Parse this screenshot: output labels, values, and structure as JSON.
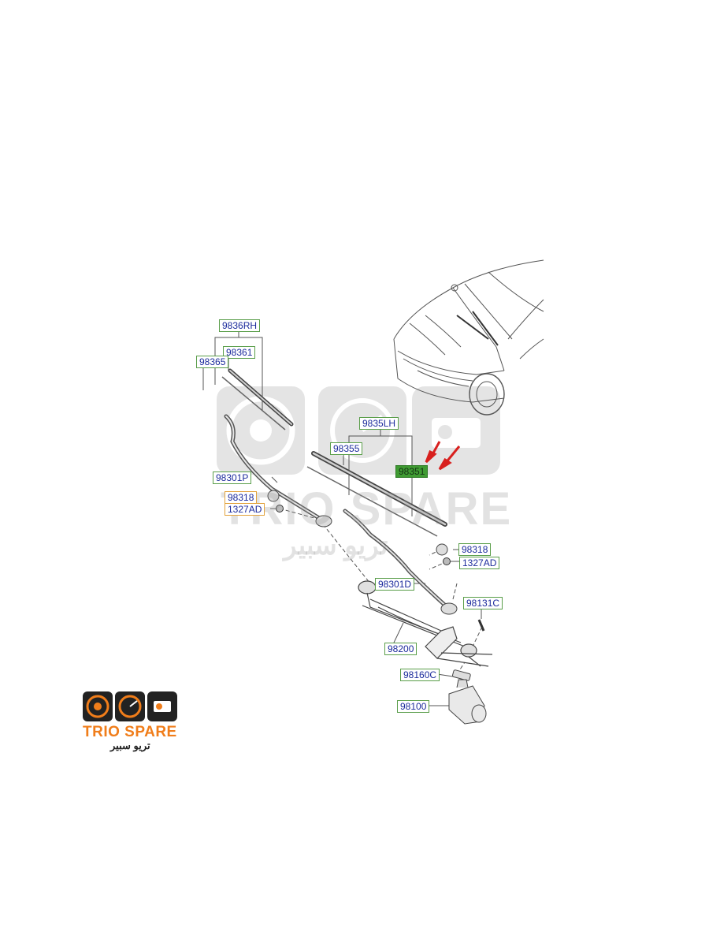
{
  "labels": {
    "p9836RH": "9836RH",
    "p98361": "98361",
    "p98365": "98365",
    "p9835LH": "9835LH",
    "p98355": "98355",
    "p98351": "98351",
    "p98301P": "98301P",
    "p98318a": "98318",
    "p1327ADa": "1327AD",
    "p98318b": "98318",
    "p1327ADb": "1327AD",
    "p98301D": "98301D",
    "p98131C": "98131C",
    "p98200": "98200",
    "p98160C": "98160C",
    "p98100": "98100"
  },
  "watermark": {
    "brand": "TRIO SPARE",
    "arabic": "تريو سبير"
  },
  "logo": {
    "brand": "TRIO SPARE",
    "arabic": "تريو سبير"
  },
  "colors": {
    "label_text": "#1b2a9c",
    "label_border_green": "#5a9e4a",
    "label_border_orange": "#e2a23c",
    "highlight_fill": "#3f9b32",
    "arrow_red": "#d8201e",
    "logo_orange": "#f07d1a"
  }
}
